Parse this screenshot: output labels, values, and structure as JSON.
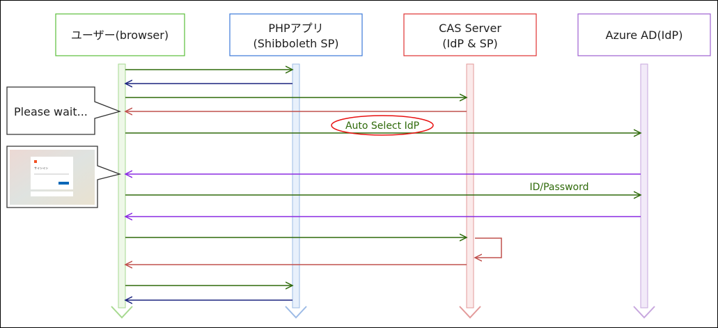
{
  "participants": [
    {
      "line1": "ユーザー(browser)",
      "line2": "",
      "color": "#5bbf3a"
    },
    {
      "line1": "PHPアプリ",
      "line2": "(Shibboleth SP)",
      "color": "#3b78d8"
    },
    {
      "line1": "CAS Server",
      "line2": "(IdP & SP)",
      "color": "#e03131"
    },
    {
      "line1": "Azure AD(IdP)",
      "line2": "",
      "color": "#9c5fd0"
    }
  ],
  "messages": {
    "auto_select": "Auto Select IdP",
    "id_password": "ID/Password"
  },
  "callouts": {
    "please_wait": "Please wait...",
    "signin_screenshot_text": "サインイン"
  },
  "colors": {
    "request": "#2f6a0a",
    "php_response": "#1a237e",
    "cas_response": "#c0504d",
    "azure_response": "#8a2be2",
    "highlight": "#e81010"
  }
}
